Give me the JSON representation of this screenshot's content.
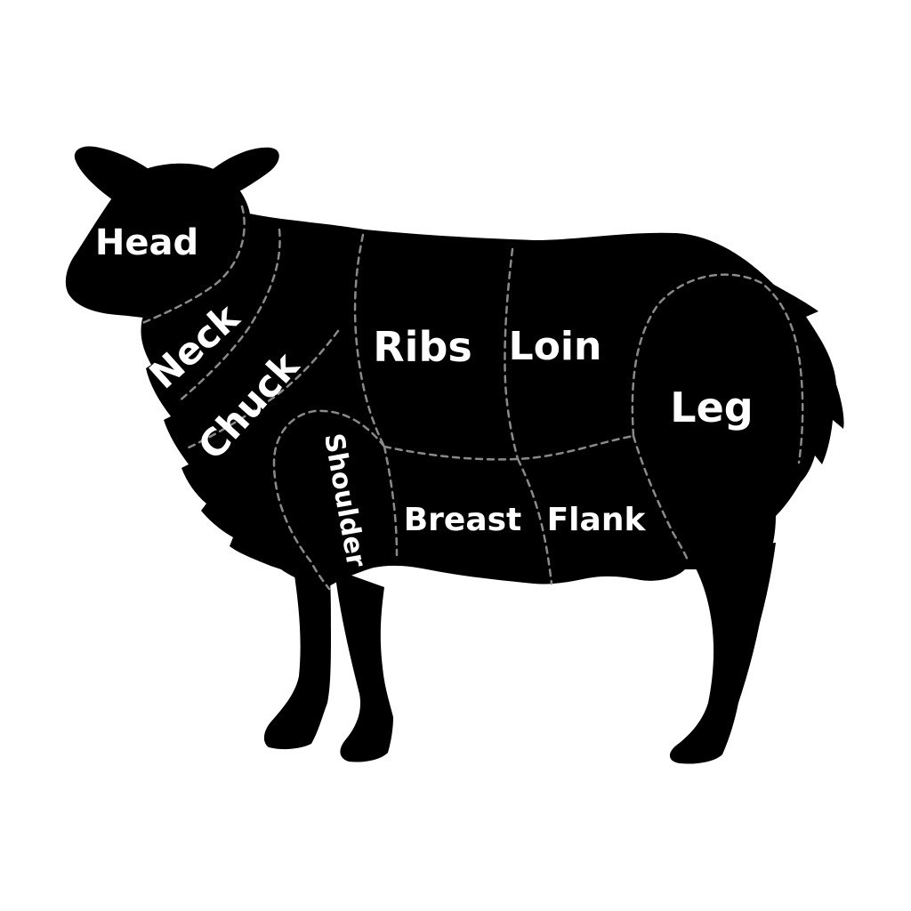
{
  "diagram": {
    "subject": "sheep",
    "silhouette_color": "#000000",
    "label_color": "#ffffff",
    "divider_color": "#8a8a8a",
    "cuts": [
      {
        "key": "head",
        "label": "Head"
      },
      {
        "key": "neck",
        "label": "Neck"
      },
      {
        "key": "chuck",
        "label": "Chuck"
      },
      {
        "key": "shoulder",
        "label": "Shoulder"
      },
      {
        "key": "ribs",
        "label": "Ribs"
      },
      {
        "key": "loin",
        "label": "Loin"
      },
      {
        "key": "breast",
        "label": "Breast"
      },
      {
        "key": "flank",
        "label": "Flank"
      },
      {
        "key": "leg",
        "label": "Leg"
      }
    ]
  }
}
